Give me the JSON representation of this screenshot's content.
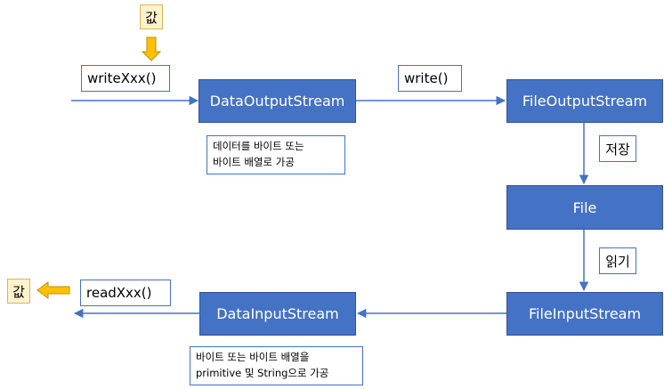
{
  "value_top": "값",
  "value_bottom": "값",
  "write_xxx": "writeXxx()",
  "write": "write()",
  "read_xxx": "readXxx()",
  "data_output_stream": "DataOutputStream",
  "file_output_stream": "FileOutputStream",
  "file": "File",
  "file_input_stream": "FileInputStream",
  "data_input_stream": "DataInputStream",
  "save": "저장",
  "read": "읽기",
  "note_output": [
    "데이터를 바이트 또는",
    "바이트 배열로 가공"
  ],
  "note_input": [
    "바이트 또는 바이트 배열을",
    "primitive 및 String으로 가공"
  ],
  "colors": {
    "box_fill": "#4472c4",
    "arrow": "#4472c4",
    "value_fill": "#fff2cc",
    "yellow_arrow": "#ffc000"
  }
}
